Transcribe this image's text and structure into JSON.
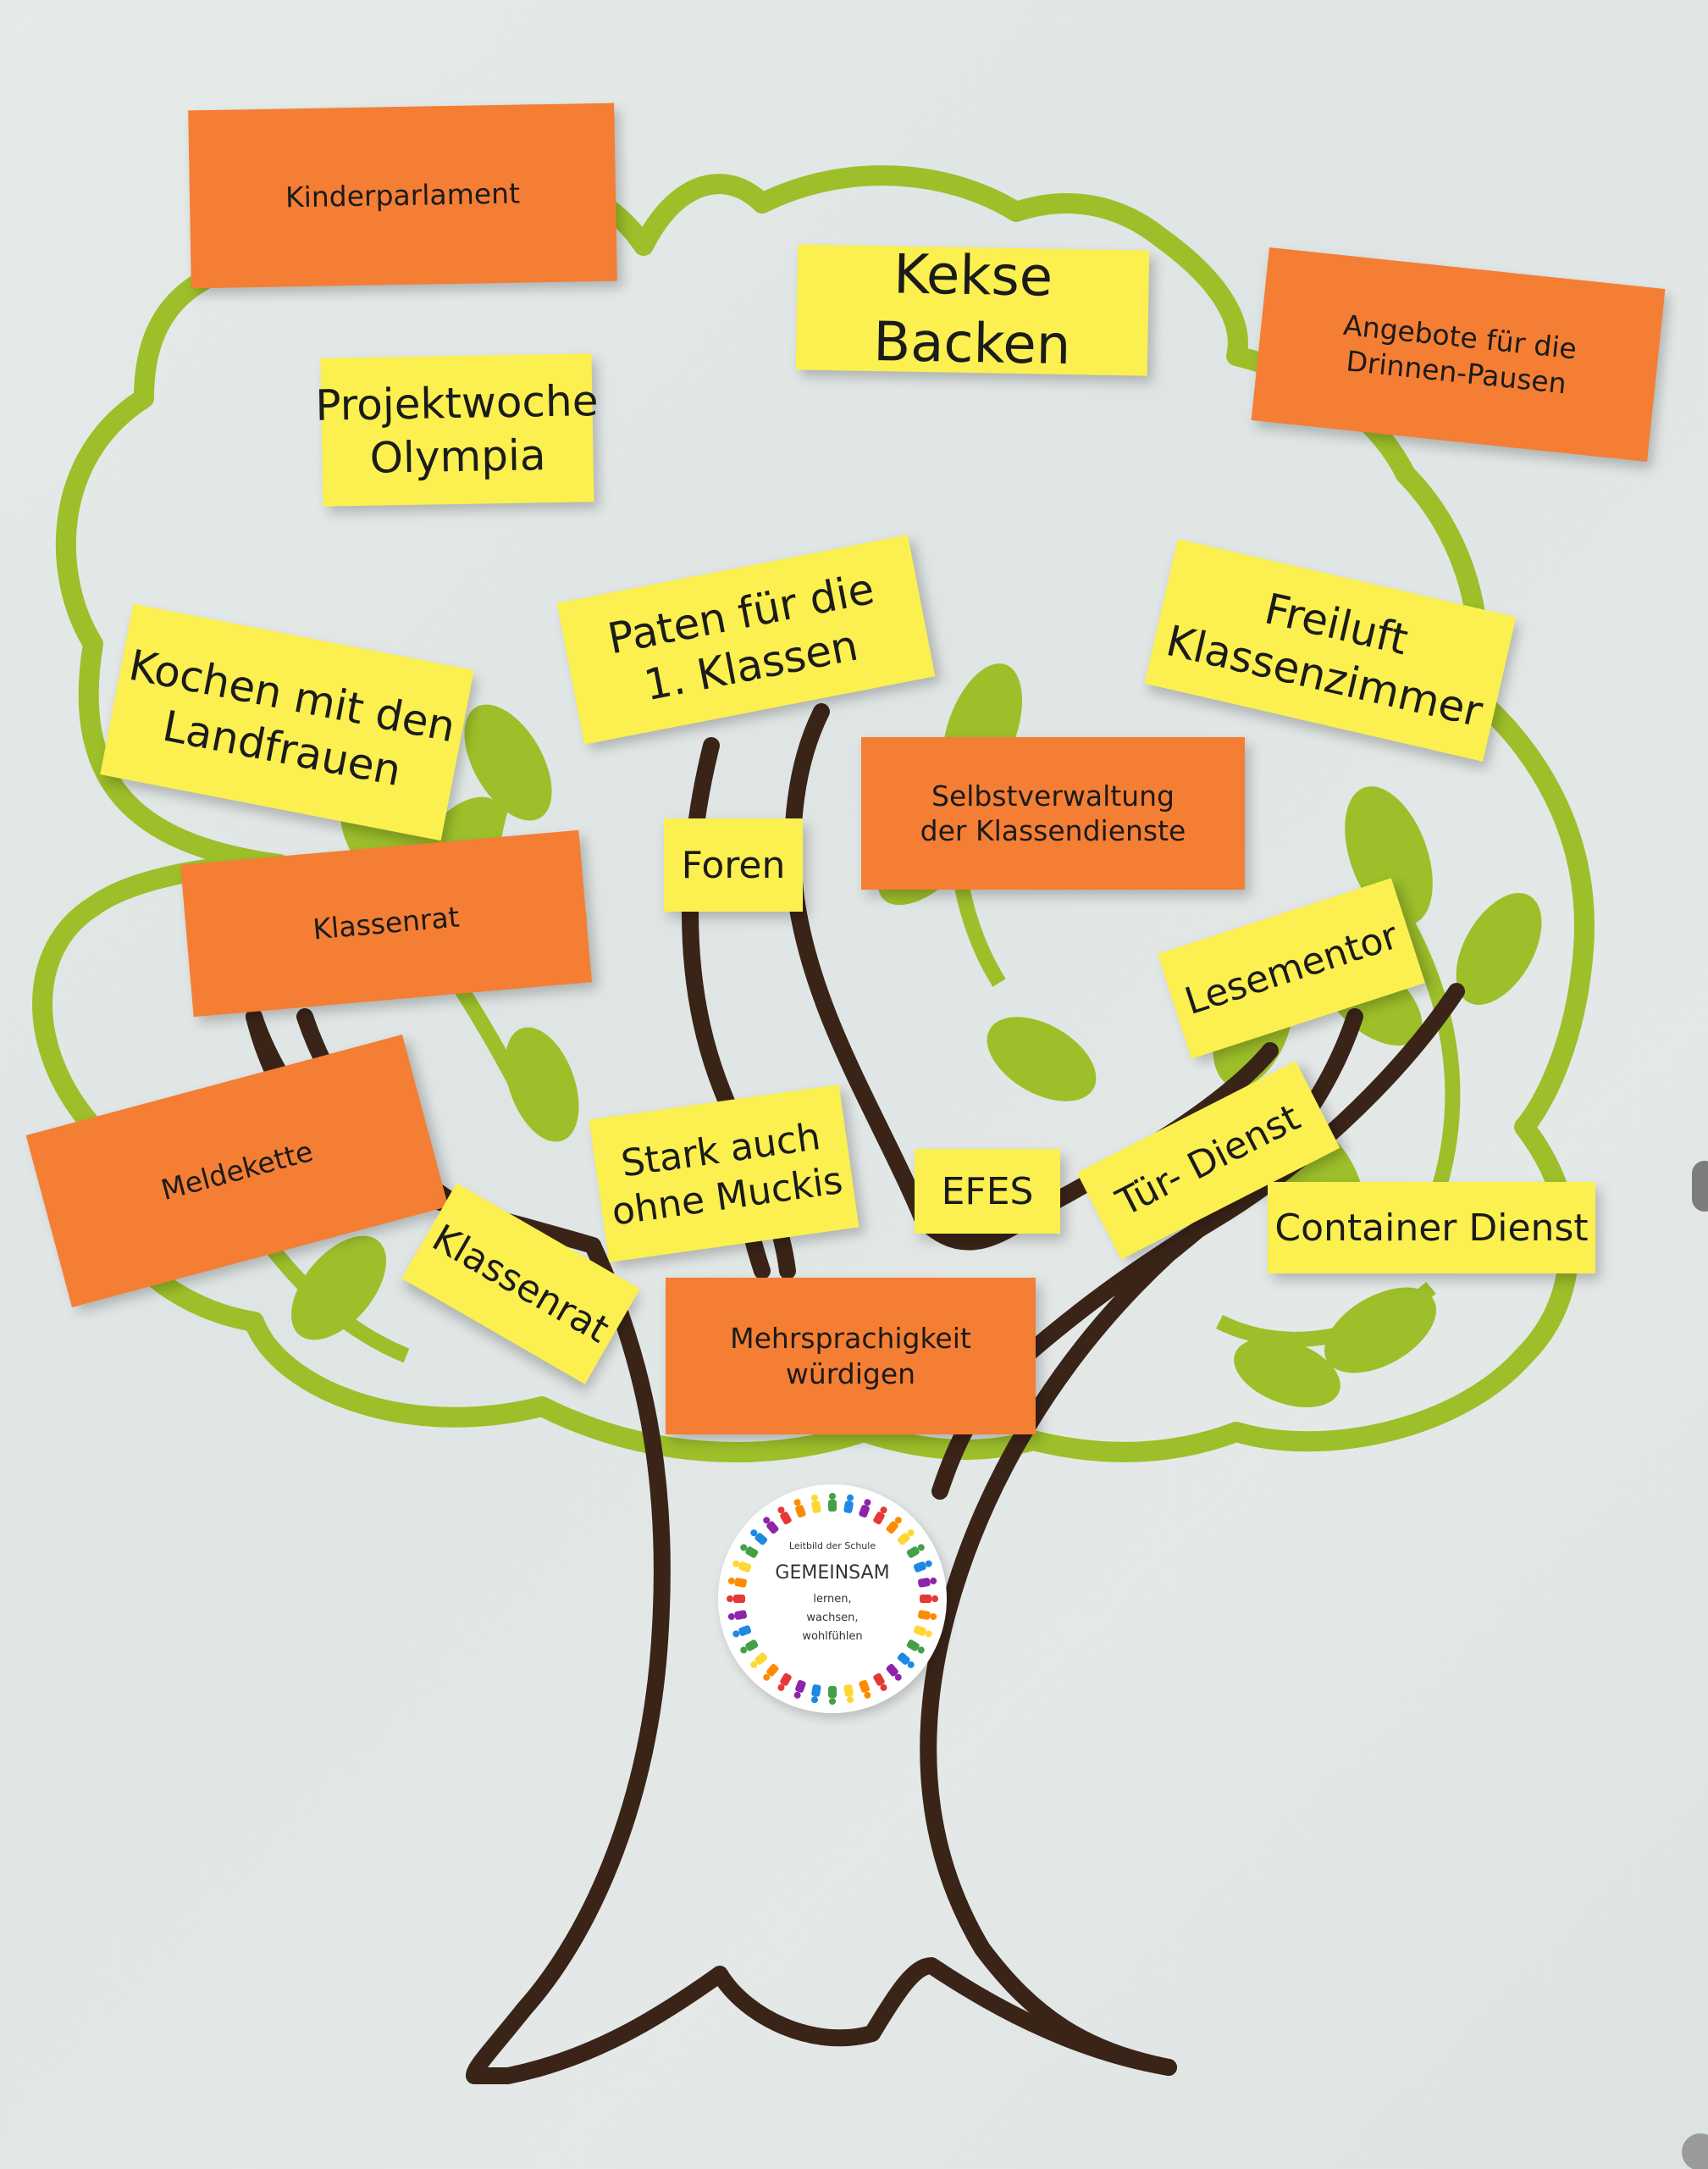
{
  "colors": {
    "wall": "#e2e8e7",
    "crown_outline": "#9dbf2a",
    "leaf": "#9dbf2a",
    "trunk": "#3a2418",
    "note_orange": "#f47e34",
    "note_yellow": "#fbf04f"
  },
  "notes": {
    "kinderparlament": "Kinderparlament",
    "kekse_backen": "Kekse Backen",
    "angebote": "Angebote für die\nDrinnen-Pausen",
    "projektwoche": "Projektwoche\nOlympia",
    "kochen": "Kochen mit den\nLandfrauen",
    "paten": "Paten für die\n1. Klassen",
    "freiluft": "Freiluft\nKlassenzimmer",
    "foren": "Foren",
    "selbstverwaltung": "Selbstverwaltung\nder Klassendienste",
    "klassenrat_orange": "Klassenrat",
    "lesementor": "Lesementor",
    "meldekette": "Meldekette",
    "stark": "Stark auch\nohne Muckis",
    "efes": "EFES",
    "tuer_dienst": "Tür- Dienst",
    "container_dienst": "Container Dienst",
    "klassenrat_yellow": "Klassenrat",
    "mehrsprachigkeit": "Mehrsprachigkeit\nwürdigen"
  },
  "badge": {
    "caption": "Leitbild der Schule",
    "title": "GEMEINSAM",
    "line1": "lernen,",
    "line2": "wachsen,",
    "line3": "wohlfühlen"
  }
}
